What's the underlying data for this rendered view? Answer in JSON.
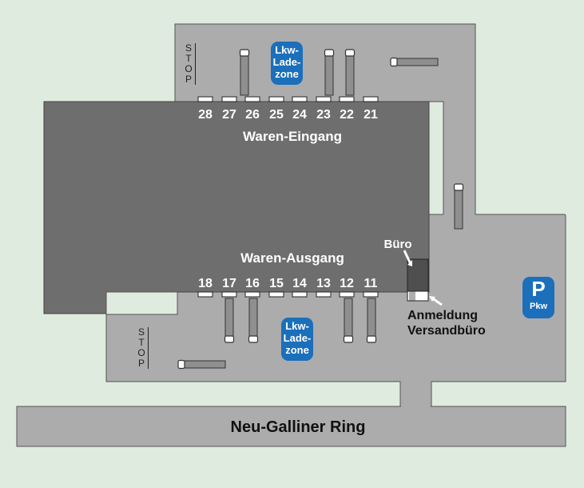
{
  "colors": {
    "background": "#dfebdf",
    "yard": "#acacac",
    "building": "#6e6e6e",
    "office": "#4f4f4f",
    "badge": "#1b6fbb"
  },
  "upper_docks": [
    "28",
    "27",
    "26",
    "25",
    "24",
    "23",
    "22",
    "21"
  ],
  "lower_docks": [
    "18",
    "17",
    "16",
    "15",
    "14",
    "13",
    "12",
    "11"
  ],
  "labels": {
    "incoming": "Waren-Eingang",
    "outgoing": "Waren-Ausgang",
    "office": "Büro",
    "registration_line1": "Anmeldung",
    "registration_line2": "Versandbüro",
    "road": "Neu-Galliner Ring"
  },
  "loading_zone": {
    "line1": "Lkw-",
    "line2": "Lade-",
    "line3": "zone"
  },
  "stop_sign": [
    "S",
    "T",
    "O",
    "P"
  ],
  "parking": {
    "symbol": "P",
    "caption": "Pkw"
  }
}
